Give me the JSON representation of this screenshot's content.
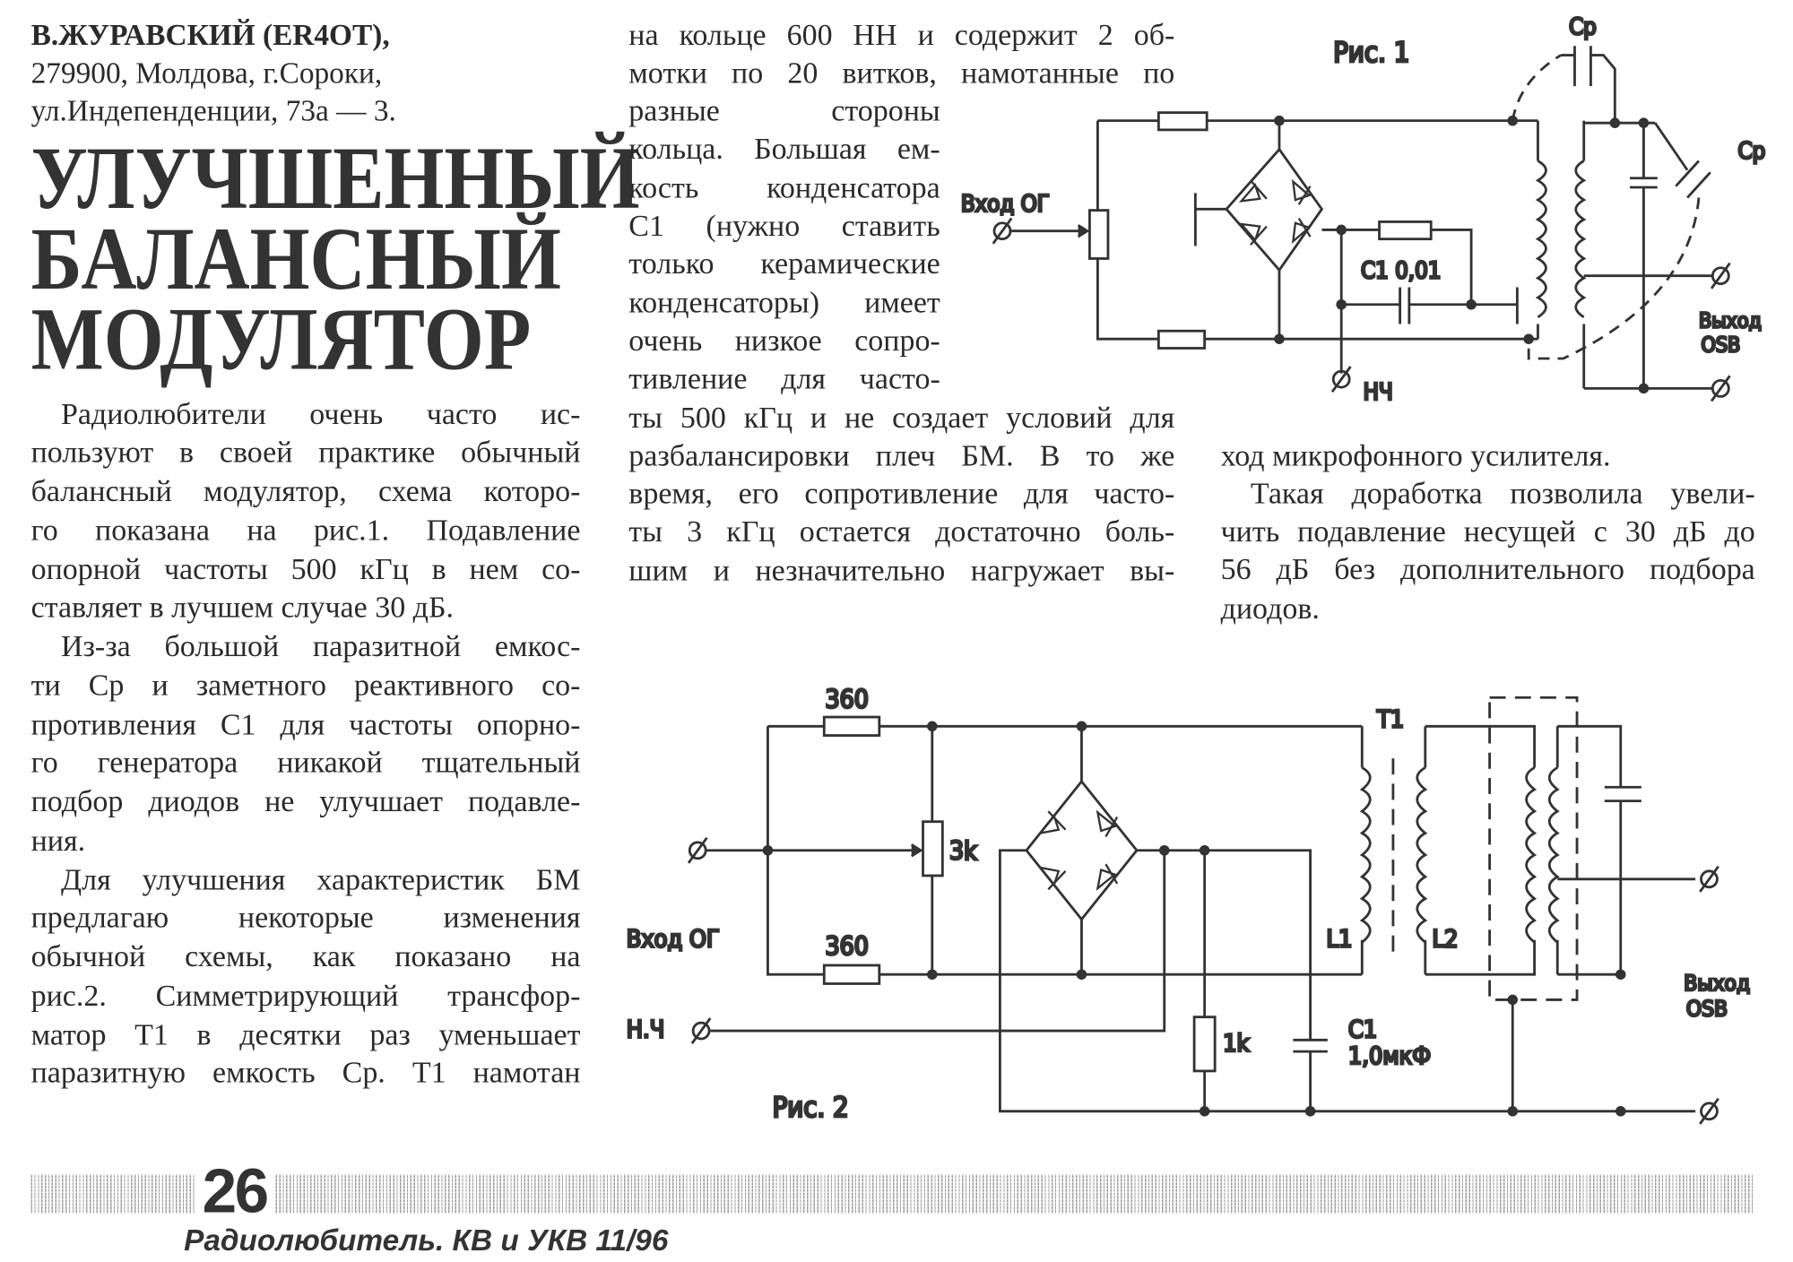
{
  "header": {
    "author": "В.ЖУРАВСКИЙ (ER4OT),",
    "address_line1": "279900, Молдова, г.Сороки,",
    "address_line2": "ул.Индепенденции, 73а — 3."
  },
  "title": [
    "УЛУЧШЕННЫЙ",
    "БАЛАНСНЫЙ",
    "МОДУЛЯТОР"
  ],
  "columns": [
    {
      "lines": [
        "Радиолюбители очень часто ис-",
        "пользуют в своей практике обычный",
        "балансный модулятор, схема которо-",
        "го показана на рис.1. Подавление",
        "опорной частоты 500 кГц в нем со-",
        "ставляет в лучшем случае 30 дБ.",
        "Из-за большой паразитной емкос-",
        "ти Ср и заметного реактивного со-",
        "противления С1 для частоты опорно-",
        "го генератора никакой тщательный",
        "подбор диодов не улучшает подавле-",
        "ния.",
        "Для улучшения характеристик БМ",
        "предлагаю некоторые изменения",
        "обычной схемы, как показано на",
        "рис.2. Симметрирующий трансфор-",
        "матор Т1 в десятки раз уменьшает",
        "паразитную емкость Ср. Т1 намотан"
      ]
    },
    {
      "lines": [
        "на кольце 600 НН и содержит 2 об-",
        "мотки по 20 витков, намотанные по",
        "разные стороны",
        "кольца. Большая ем-",
        "кость конденсатора",
        "С1 (нужно ставить",
        "только керамические",
        "конденсаторы) имеет",
        "очень низкое сопро-",
        "тивление для часто-",
        "ты 500 кГц и не создает условий для",
        "разбалансировки плеч БМ. В то же",
        "время, его сопротивление для часто-",
        "ты 3 кГц остается достаточно боль-",
        "шим и незначительно нагружает вы-"
      ]
    },
    {
      "lines": [
        "ход микрофонного усилителя.",
        "Такая доработка позволила увели-",
        "чить подавление несущей с 30 дБ до",
        "56 дБ без дополнительного подбора",
        "диодов."
      ]
    }
  ],
  "fig1": {
    "caption": "Рис. 1",
    "cp_top": "Ср",
    "cp_right": "Ср",
    "input": "Вход ОГ",
    "c1": "С1 0,01",
    "output_line1": "Выход",
    "output_line2": "OSB",
    "lf": "НЧ"
  },
  "fig2": {
    "caption": "Рис. 2",
    "r_top": "360",
    "r_bottom": "360",
    "pot": "3k",
    "t1": "Т1",
    "l1": "L1",
    "l2": "L2",
    "input": "Вход ОГ",
    "lf": "Н.Ч",
    "r_1k": "1k",
    "c1_line1": "С1",
    "c1_line2": "1,0мкФ",
    "output_line1": "Выход",
    "output_line2": "OSB"
  },
  "footer": {
    "page_number": "26",
    "journal": "Радиолюбитель. КВ и УКВ 11/96"
  }
}
